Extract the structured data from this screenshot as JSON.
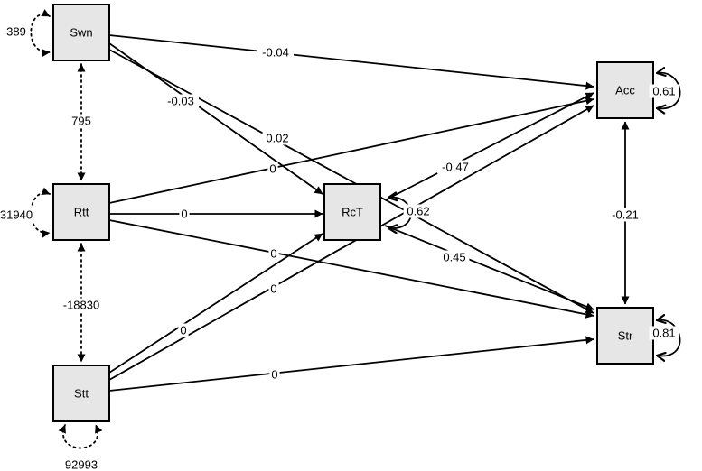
{
  "nodes": [
    {
      "id": "swn",
      "label": "Swn"
    },
    {
      "id": "rtt",
      "label": "Rtt"
    },
    {
      "id": "stt",
      "label": "Stt"
    },
    {
      "id": "rct",
      "label": "RcT"
    },
    {
      "id": "acc",
      "label": "Acc"
    },
    {
      "id": "str",
      "label": "Str"
    }
  ],
  "paths": [
    {
      "from": "swn",
      "to": "acc",
      "label": "-0.04"
    },
    {
      "from": "swn",
      "to": "rct",
      "label": "-0.03"
    },
    {
      "from": "swn",
      "to": "str",
      "label": "0.02"
    },
    {
      "from": "rtt",
      "to": "acc",
      "label": "0"
    },
    {
      "from": "rtt",
      "to": "rct",
      "label": "0"
    },
    {
      "from": "rtt",
      "to": "str",
      "label": "0"
    },
    {
      "from": "stt",
      "to": "rct",
      "label": "0"
    },
    {
      "from": "stt",
      "to": "acc",
      "label": "0"
    },
    {
      "from": "stt",
      "to": "str",
      "label": "0"
    },
    {
      "from": "rct",
      "to": "acc",
      "label": "-0.47"
    },
    {
      "from": "rct",
      "to": "str",
      "label": "0.45"
    }
  ],
  "covariances": [
    {
      "a": "swn",
      "b": "rtt",
      "label": "795"
    },
    {
      "a": "rtt",
      "b": "stt",
      "label": "-18830"
    },
    {
      "a": "acc",
      "b": "str",
      "label": "-0.21"
    }
  ],
  "variances": [
    {
      "node": "swn",
      "label": "389"
    },
    {
      "node": "rtt",
      "label": "31940"
    },
    {
      "node": "stt",
      "label": "92993"
    },
    {
      "node": "rct",
      "label": "0.62"
    },
    {
      "node": "acc",
      "label": "0.61"
    },
    {
      "node": "str",
      "label": "0.81"
    }
  ]
}
